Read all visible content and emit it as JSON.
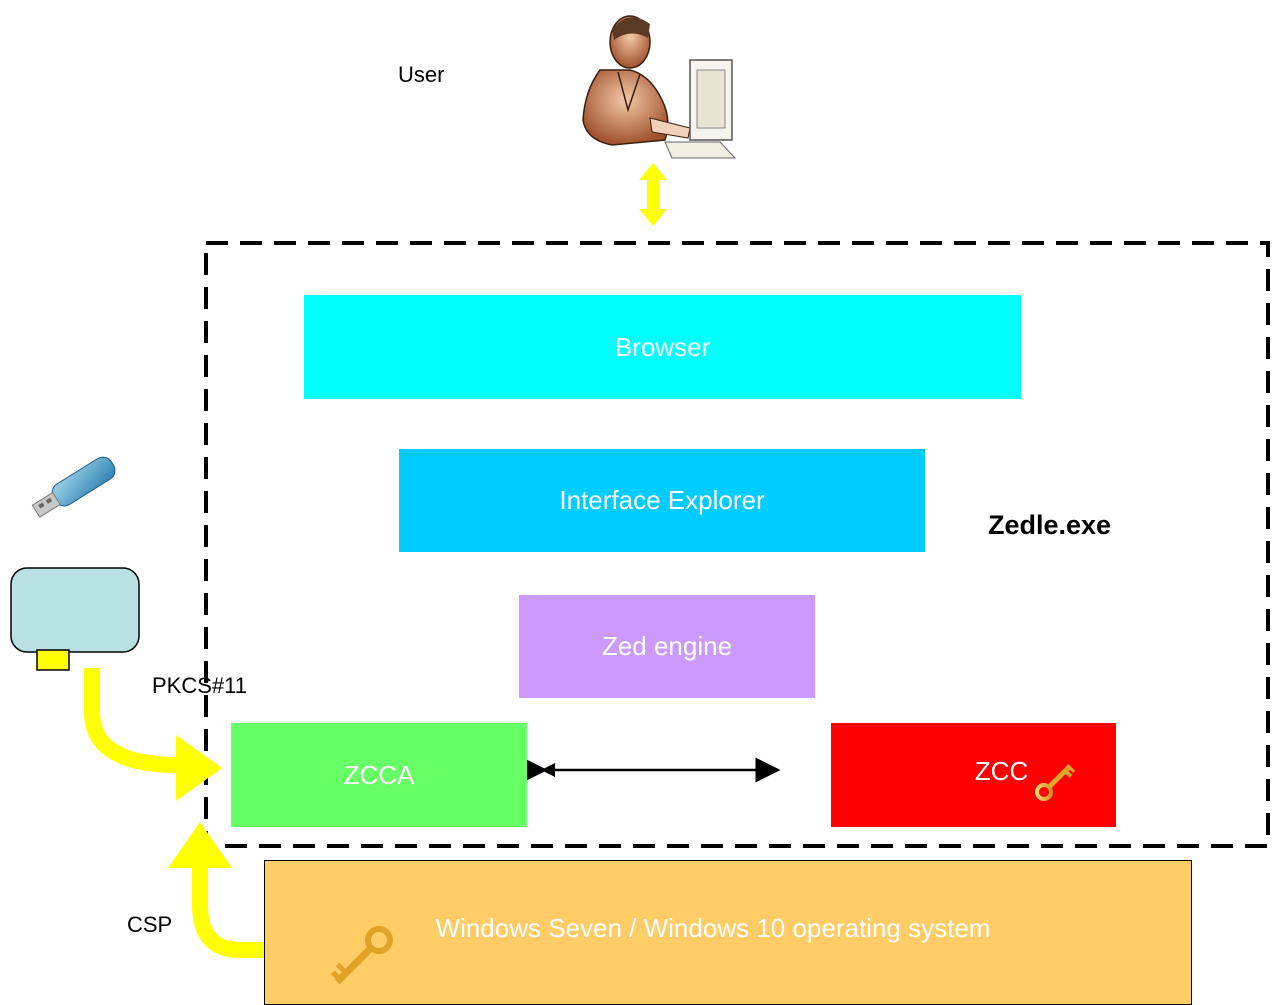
{
  "labels": {
    "user": "User",
    "pkcs": "PKCS#11",
    "csp": "CSP",
    "zedle": "Zedle.exe"
  },
  "boxes": {
    "browser": {
      "label": "Browser",
      "color": "#00ffff"
    },
    "interface_explorer": {
      "label": "Interface Explorer",
      "color": "#00ccff"
    },
    "zed_engine": {
      "label": "Zed engine",
      "color": "#cc99ff"
    },
    "zcca": {
      "label": "ZCCA",
      "color": "#66ff66"
    },
    "zcc": {
      "label": "ZCC",
      "color": "#ff0000"
    },
    "os": {
      "label": "Windows Seven / Windows 10 operating system",
      "color": "#ffcc66"
    }
  },
  "colors": {
    "arrow_yellow": "#ffff00",
    "container_border": "#000000",
    "card_reader": "#b9e0e3"
  },
  "icons": [
    "user-at-computer-icon",
    "usb-key-icon",
    "card-reader-icon",
    "key-icon"
  ]
}
